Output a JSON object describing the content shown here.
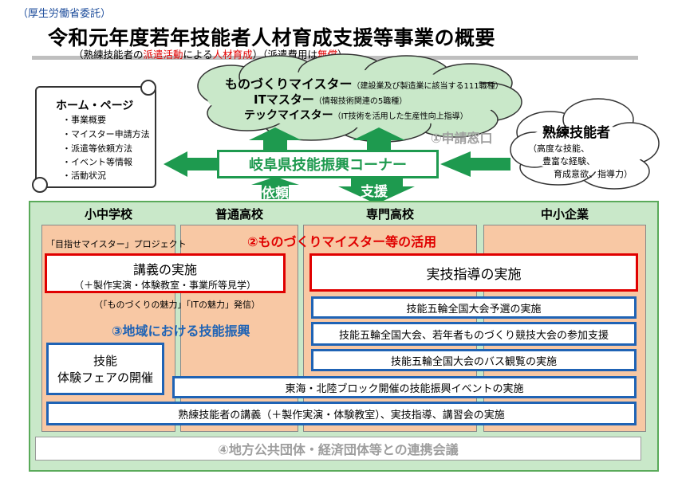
{
  "header": {
    "ministry": "（厚生労働省委託）",
    "title": "令和元年度若年技能者人材育成支援等事業の概要",
    "subtitle_pre": "（熟練技能者の",
    "subtitle_red1": "派遣活動",
    "subtitle_mid": "による",
    "subtitle_red2": "人材育成",
    "subtitle_post": "）（派遣費用は",
    "subtitle_red3": "無償",
    "subtitle_end": "）"
  },
  "homepage": {
    "title": "ホーム・ページ",
    "items": [
      "・事業概要",
      "・マイスター申請方法",
      "・派遣等依頼方法",
      "・イベント等情報",
      "・活動状況"
    ]
  },
  "cloud": {
    "line1_main": "ものづくりマイスター",
    "line1_note": "（建設業及び製造業に該当する111職種）",
    "line2_main": "ITマスター",
    "line2_note": "（情報技術関連の5職種）",
    "line3_main": "テックマイスター",
    "line3_note": "（IT技術を活用した生産性向上指導）"
  },
  "skilled": {
    "title": "熟練技能者",
    "items": [
      "（高度な技能、",
      "豊富な経験、",
      "育成意欲、指導力）"
    ]
  },
  "window_label": "①申請窓口",
  "center": "岐阜県技能振興コーナー",
  "arrows": {
    "request": "依頼",
    "support": "支援"
  },
  "columns": [
    "小中学校",
    "普通高校",
    "専門高校",
    "中小企業"
  ],
  "project_label": "「目指せマイスター」プロジェクト",
  "section2": "②ものづくりマイスター等の活用",
  "lecture": {
    "title": "講義の実施",
    "sub": "（＋製作実演・体験教室・事業所等見学）"
  },
  "practical": "実技指導の実施",
  "appeal": "（「ものづくりの魅力」「ITの魅力」発信）",
  "section3": "③地域における技能振興",
  "fair": {
    "line1": "技能",
    "line2": "体験フェアの開催"
  },
  "blue_items": [
    "技能五輪全国大会予選の実施",
    "技能五輪全国大会、若年者ものづくり競技大会の参加支援",
    "技能五輪全国大会のバス観覧の実施",
    "東海・北陸ブロック開催の技能振興イベントの実施",
    "熟練技能者の講義（＋製作実演・体験教室）、実技指導、講習会の実施"
  ],
  "section4": "④地方公共団体・経済団体等との連携会議",
  "colors": {
    "green": "#1e9a4f",
    "red": "#e00000",
    "blue": "#1f63b5",
    "peach": "#f8c8a4",
    "mint": "#c9e8c9"
  }
}
